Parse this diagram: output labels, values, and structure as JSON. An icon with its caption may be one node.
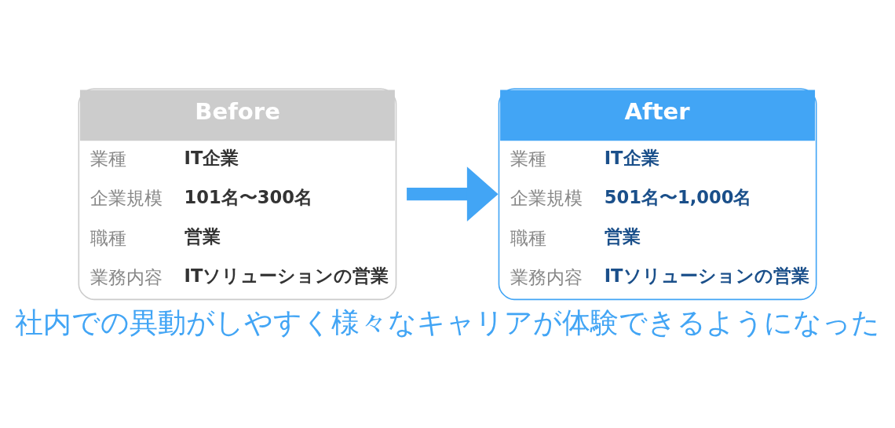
{
  "diagram": {
    "caption": "社内での異動がしやすく様々なキャリアが体験できるようになった",
    "nodes": [
      {
        "text": [
          "Before",
          "業種",
          "IT企業",
          "企業規模",
          "101名〜300名",
          "職種",
          "営業",
          "業務内容",
          "ITソリューションの営業"
        ]
      },
      {
        "text": [
          "After",
          "業種",
          "IT企業",
          "企業規模",
          "501名〜1,000名",
          "職種",
          "営業",
          "業務内容",
          "ITソリューションの営業"
        ]
      }
    ],
    "edges": [
      {
        "from": 0,
        "to": 1,
        "arrow": "to"
      }
    ]
  }
}
